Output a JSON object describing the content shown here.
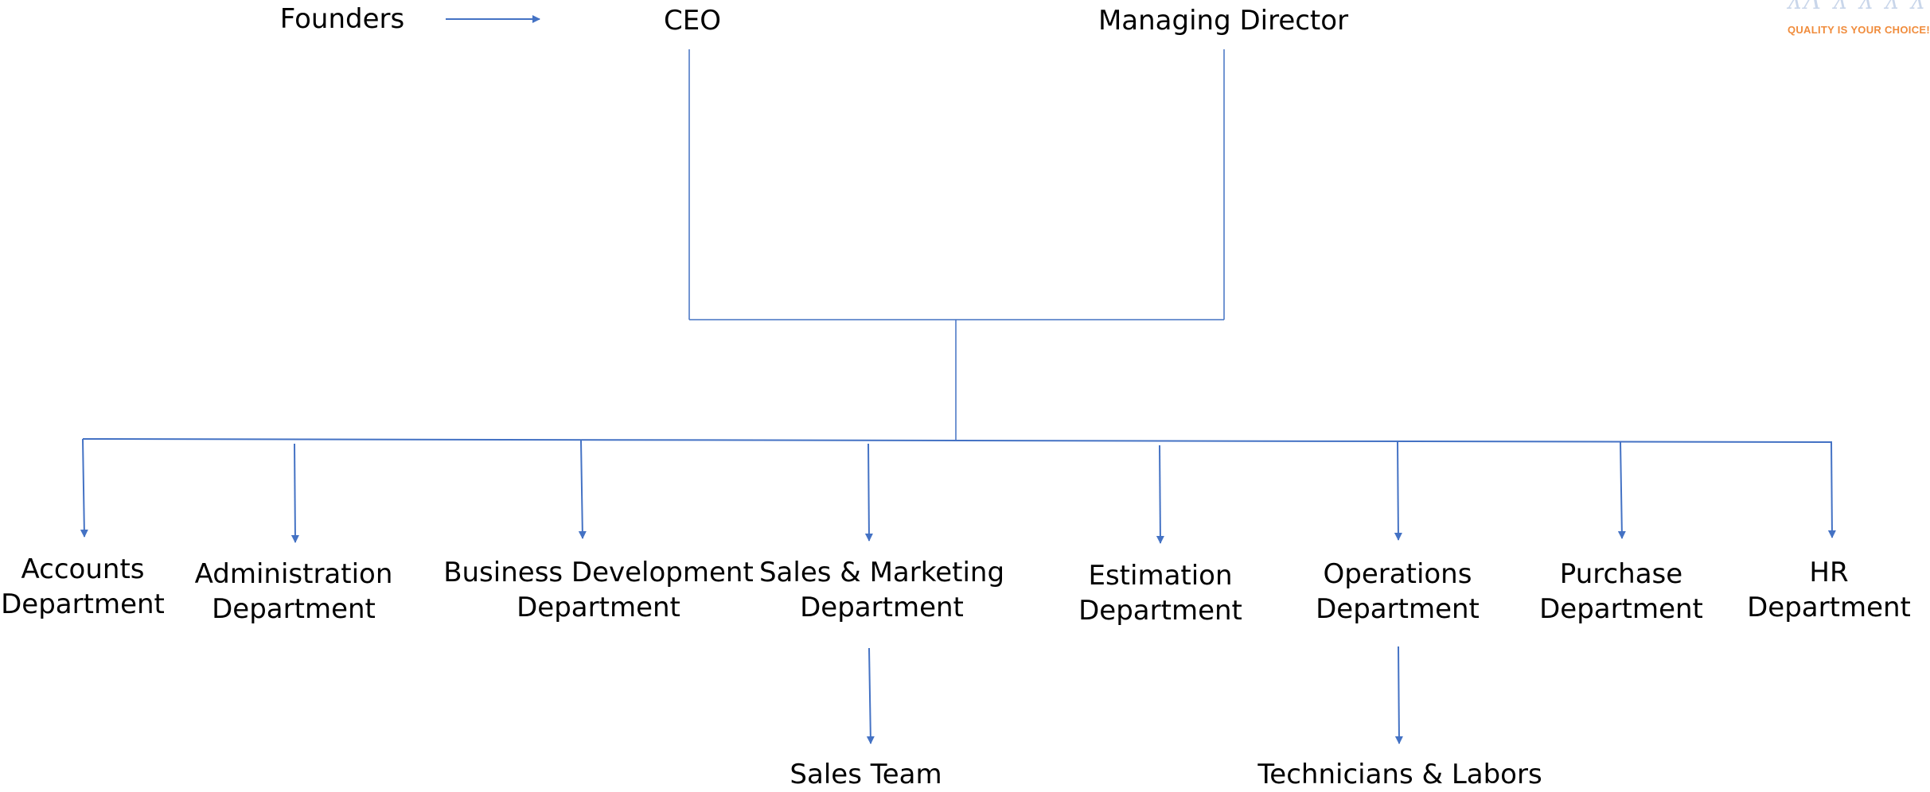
{
  "diagram": {
    "line_color": "#4472C4",
    "nodes": {
      "founders": {
        "lines": [
          "Founders"
        ]
      },
      "ceo": {
        "lines": [
          "CEO"
        ]
      },
      "managing_director": {
        "lines": [
          "Managing Director"
        ]
      },
      "accounts": {
        "lines": [
          "Accounts",
          "Department"
        ]
      },
      "administration": {
        "lines": [
          "Administration",
          "Department"
        ]
      },
      "business_development": {
        "lines": [
          "Business Development",
          "Department"
        ]
      },
      "sales_marketing": {
        "lines": [
          "Sales & Marketing",
          "Department"
        ]
      },
      "estimation": {
        "lines": [
          "Estimation",
          "Department"
        ]
      },
      "operations": {
        "lines": [
          "Operations",
          "Department"
        ]
      },
      "purchase": {
        "lines": [
          "Purchase",
          "Department"
        ]
      },
      "hr": {
        "lines": [
          "HR",
          "Department"
        ]
      },
      "sales_team": {
        "lines": [
          "Sales Team"
        ]
      },
      "technicians": {
        "lines": [
          "Technicians & Labors"
        ]
      }
    },
    "edges": [
      {
        "from": "founders",
        "to": "ceo",
        "arrow": true
      },
      {
        "from": "ceo",
        "to": "departments",
        "arrow": false
      },
      {
        "from": "managing_director",
        "to": "departments",
        "arrow": false
      },
      {
        "from": "departments",
        "to": "accounts",
        "arrow": true
      },
      {
        "from": "departments",
        "to": "administration",
        "arrow": true
      },
      {
        "from": "departments",
        "to": "business_development",
        "arrow": true
      },
      {
        "from": "departments",
        "to": "sales_marketing",
        "arrow": true
      },
      {
        "from": "departments",
        "to": "estimation",
        "arrow": true
      },
      {
        "from": "departments",
        "to": "operations",
        "arrow": true
      },
      {
        "from": "departments",
        "to": "purchase",
        "arrow": true
      },
      {
        "from": "departments",
        "to": "hr",
        "arrow": true
      },
      {
        "from": "sales_marketing",
        "to": "sales_team",
        "arrow": true
      },
      {
        "from": "operations",
        "to": "technicians",
        "arrow": true
      }
    ]
  },
  "logo": {
    "tagline": "QUALITY IS YOUR CHOICE!",
    "tagline_color": "#F08C3C"
  }
}
